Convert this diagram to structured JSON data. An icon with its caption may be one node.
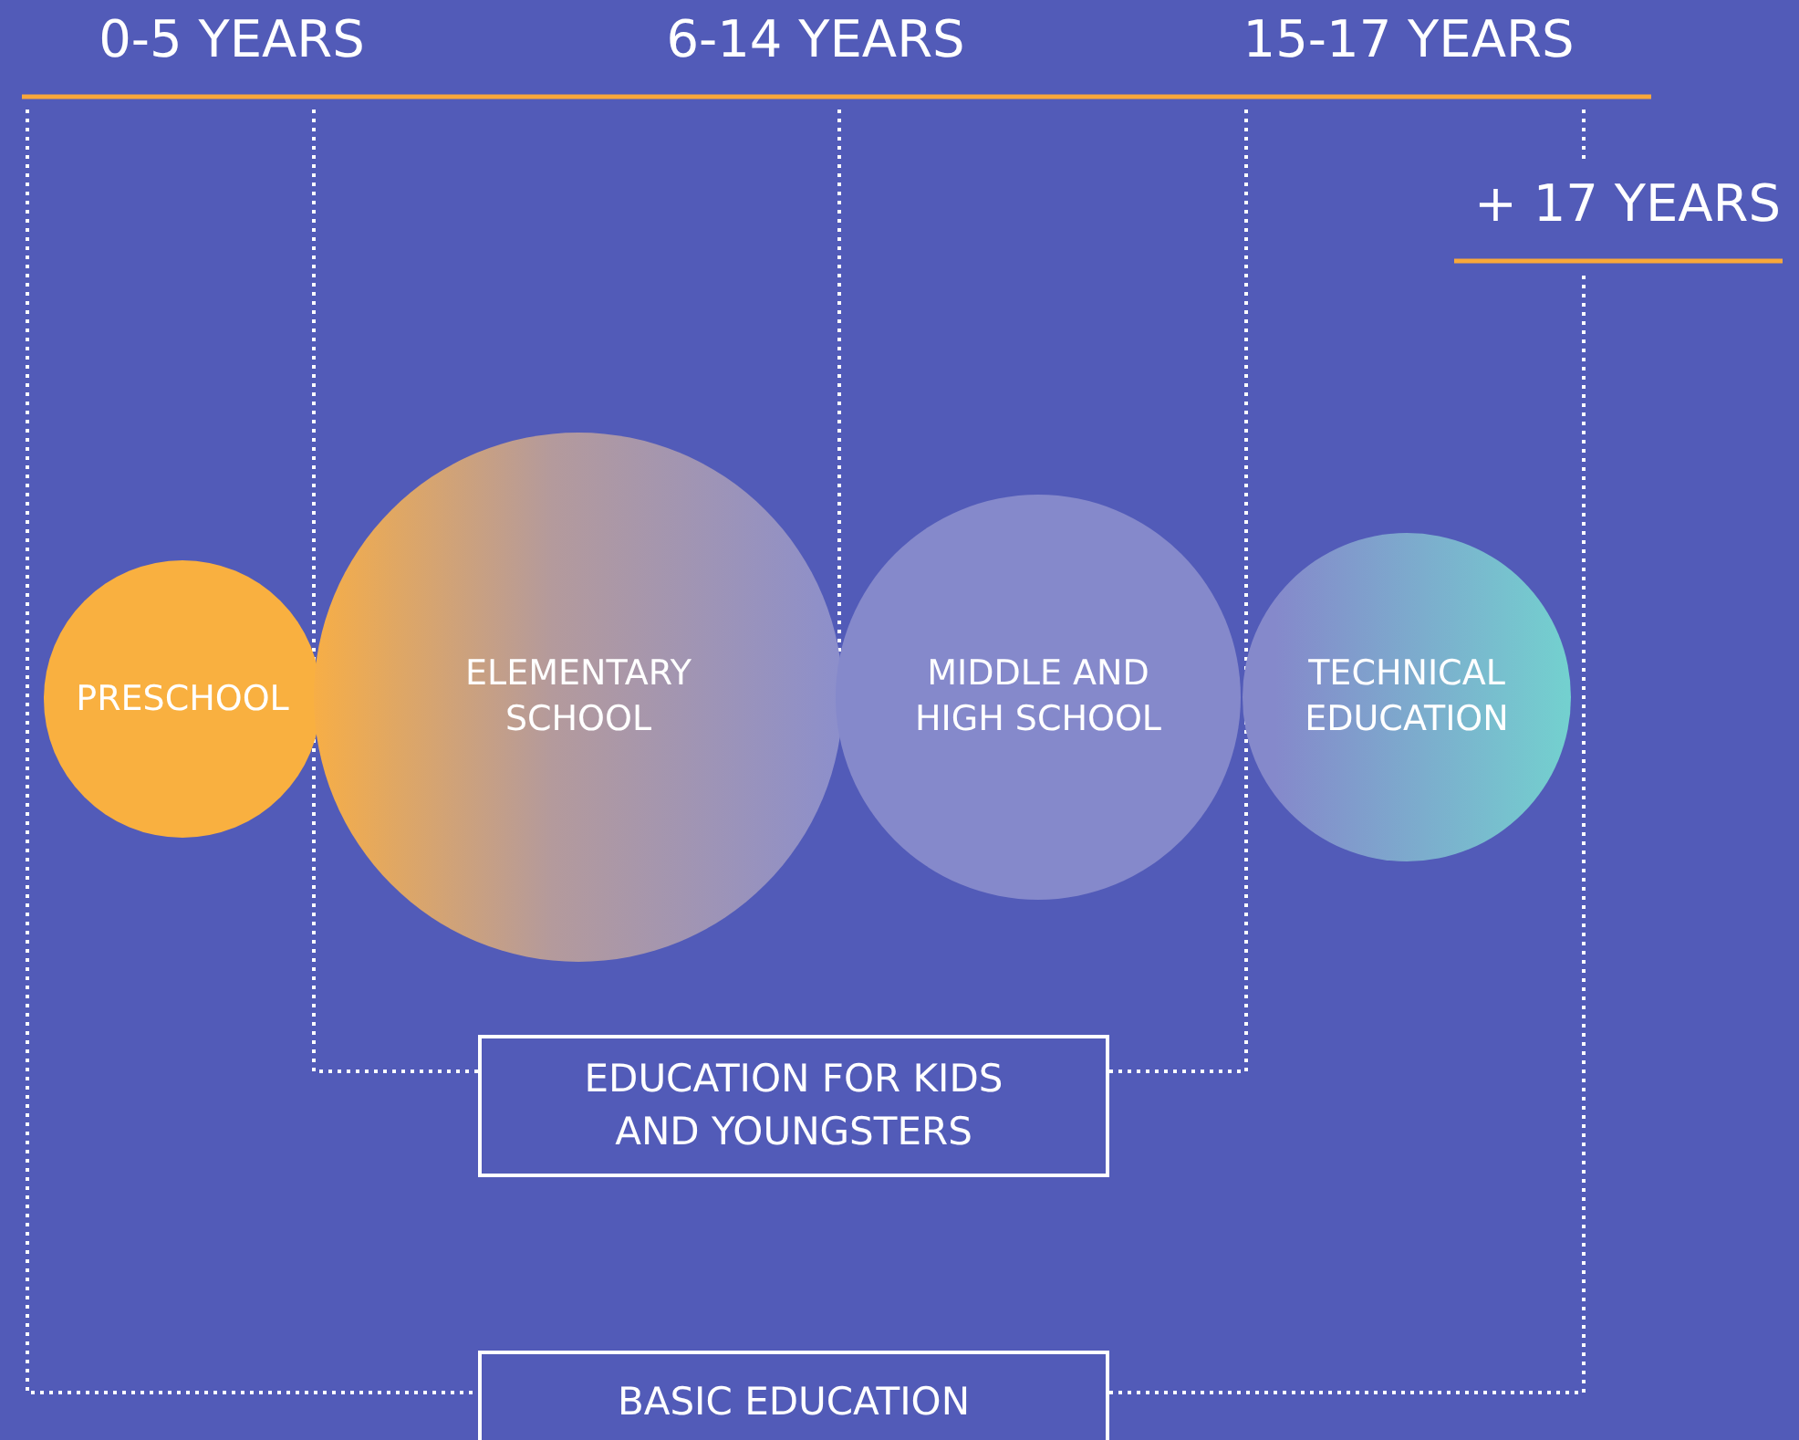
{
  "diagram": {
    "nodes": [
      {
        "text": [
          "PRESCHOOL"
        ]
      },
      {
        "text": [
          "ELEMENTARY SCHOOL"
        ]
      },
      {
        "text": [
          "MIDDLE AND HIGH SCHOOL"
        ]
      },
      {
        "text": [
          "TECHNICAL EDUCATION"
        ]
      },
      {
        "text": [
          "EDUCATION FOR KIDS AND YOUNGSTERS"
        ]
      },
      {
        "text": [
          "BASIC EDUCATION"
        ]
      }
    ],
    "labels": [
      "0-5 YEARS",
      "6-14 YEARS",
      "15-17 YEARS",
      "+ 17 YEARS"
    ]
  }
}
